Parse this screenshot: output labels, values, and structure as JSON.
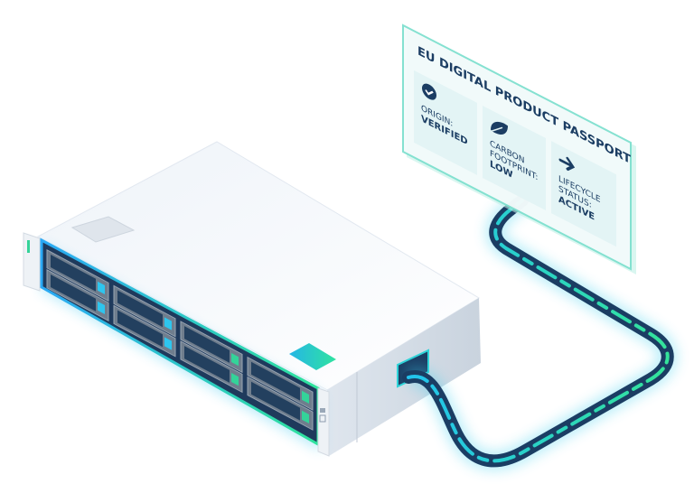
{
  "illustration": {
    "subject": "Rack server connected by glowing cable to a digital product passport panel"
  },
  "passport": {
    "title": "EU DIGITAL PRODUCT PASSPORT",
    "cards": [
      {
        "icon": "check-circle-icon",
        "label": "ORIGIN:",
        "value": "VERIFIED"
      },
      {
        "icon": "leaf-icon",
        "label_line1": "CARBON",
        "label_line2": "FOOTPRINT:",
        "value": "LOW"
      },
      {
        "icon": "arrow-right-icon",
        "label_line1": "LIFECYCLE",
        "label_line2": "STATUS:",
        "value": "ACTIVE"
      }
    ]
  },
  "server": {
    "drive_bays": 8,
    "led_colors": [
      "#2ec5ee",
      "#2ec5ee",
      "#2ec5ee",
      "#2ec5ee",
      "#34d399",
      "#34d399",
      "#34d399",
      "#34d399"
    ]
  },
  "colors": {
    "accent_cyan": "#22c3ee",
    "accent_green": "#34e39a",
    "navy": "#1b3d63",
    "panel_border": "#7fe0cf",
    "panel_fill": "#f3fbfb"
  }
}
